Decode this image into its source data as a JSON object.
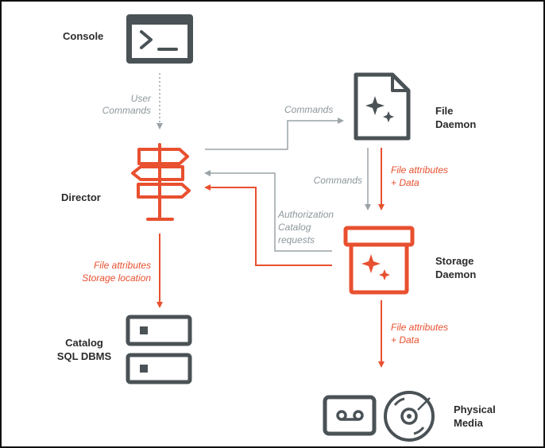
{
  "colors": {
    "icon_dark": "#4a5256",
    "accent_red": "#e8502f",
    "arrow_gray": "#9aa3a7",
    "label_dark": "#2b2b2b",
    "text_gray": "#8d979b"
  },
  "nodes": {
    "console": {
      "label": "Console",
      "icon": "terminal-icon"
    },
    "director": {
      "label": "Director",
      "icon": "signpost-icon"
    },
    "catalog": {
      "label_line1": "Catalog",
      "label_line2": "SQL DBMS",
      "icon": "server-stack-icon"
    },
    "file_daemon": {
      "label_line1": "File",
      "label_line2": "Daemon",
      "icon": "document-sparkle-icon"
    },
    "storage_daemon": {
      "label_line1": "Storage",
      "label_line2": "Daemon",
      "icon": "storage-box-icon"
    },
    "physical_media": {
      "label_line1": "Physical",
      "label_line2": "Media",
      "icons": [
        "tape-cassette-icon",
        "optical-disc-icon"
      ]
    }
  },
  "edges": {
    "console_to_director": {
      "line1": "User",
      "line2": "Commands"
    },
    "director_to_file_daemon": {
      "label": "Commands"
    },
    "file_daemon_to_storage_commands": {
      "label": "Commands"
    },
    "file_daemon_to_storage_data": {
      "line1": "File attributes",
      "line2": "+ Data"
    },
    "storage_to_director_auth": {
      "line1": "Authorization",
      "line2": "Catalog",
      "line3": "requests"
    },
    "director_to_catalog": {
      "line1": "File attributes",
      "line2": "Storage location"
    },
    "storage_to_media": {
      "line1": "File attributes",
      "line2": "+ Data"
    }
  }
}
